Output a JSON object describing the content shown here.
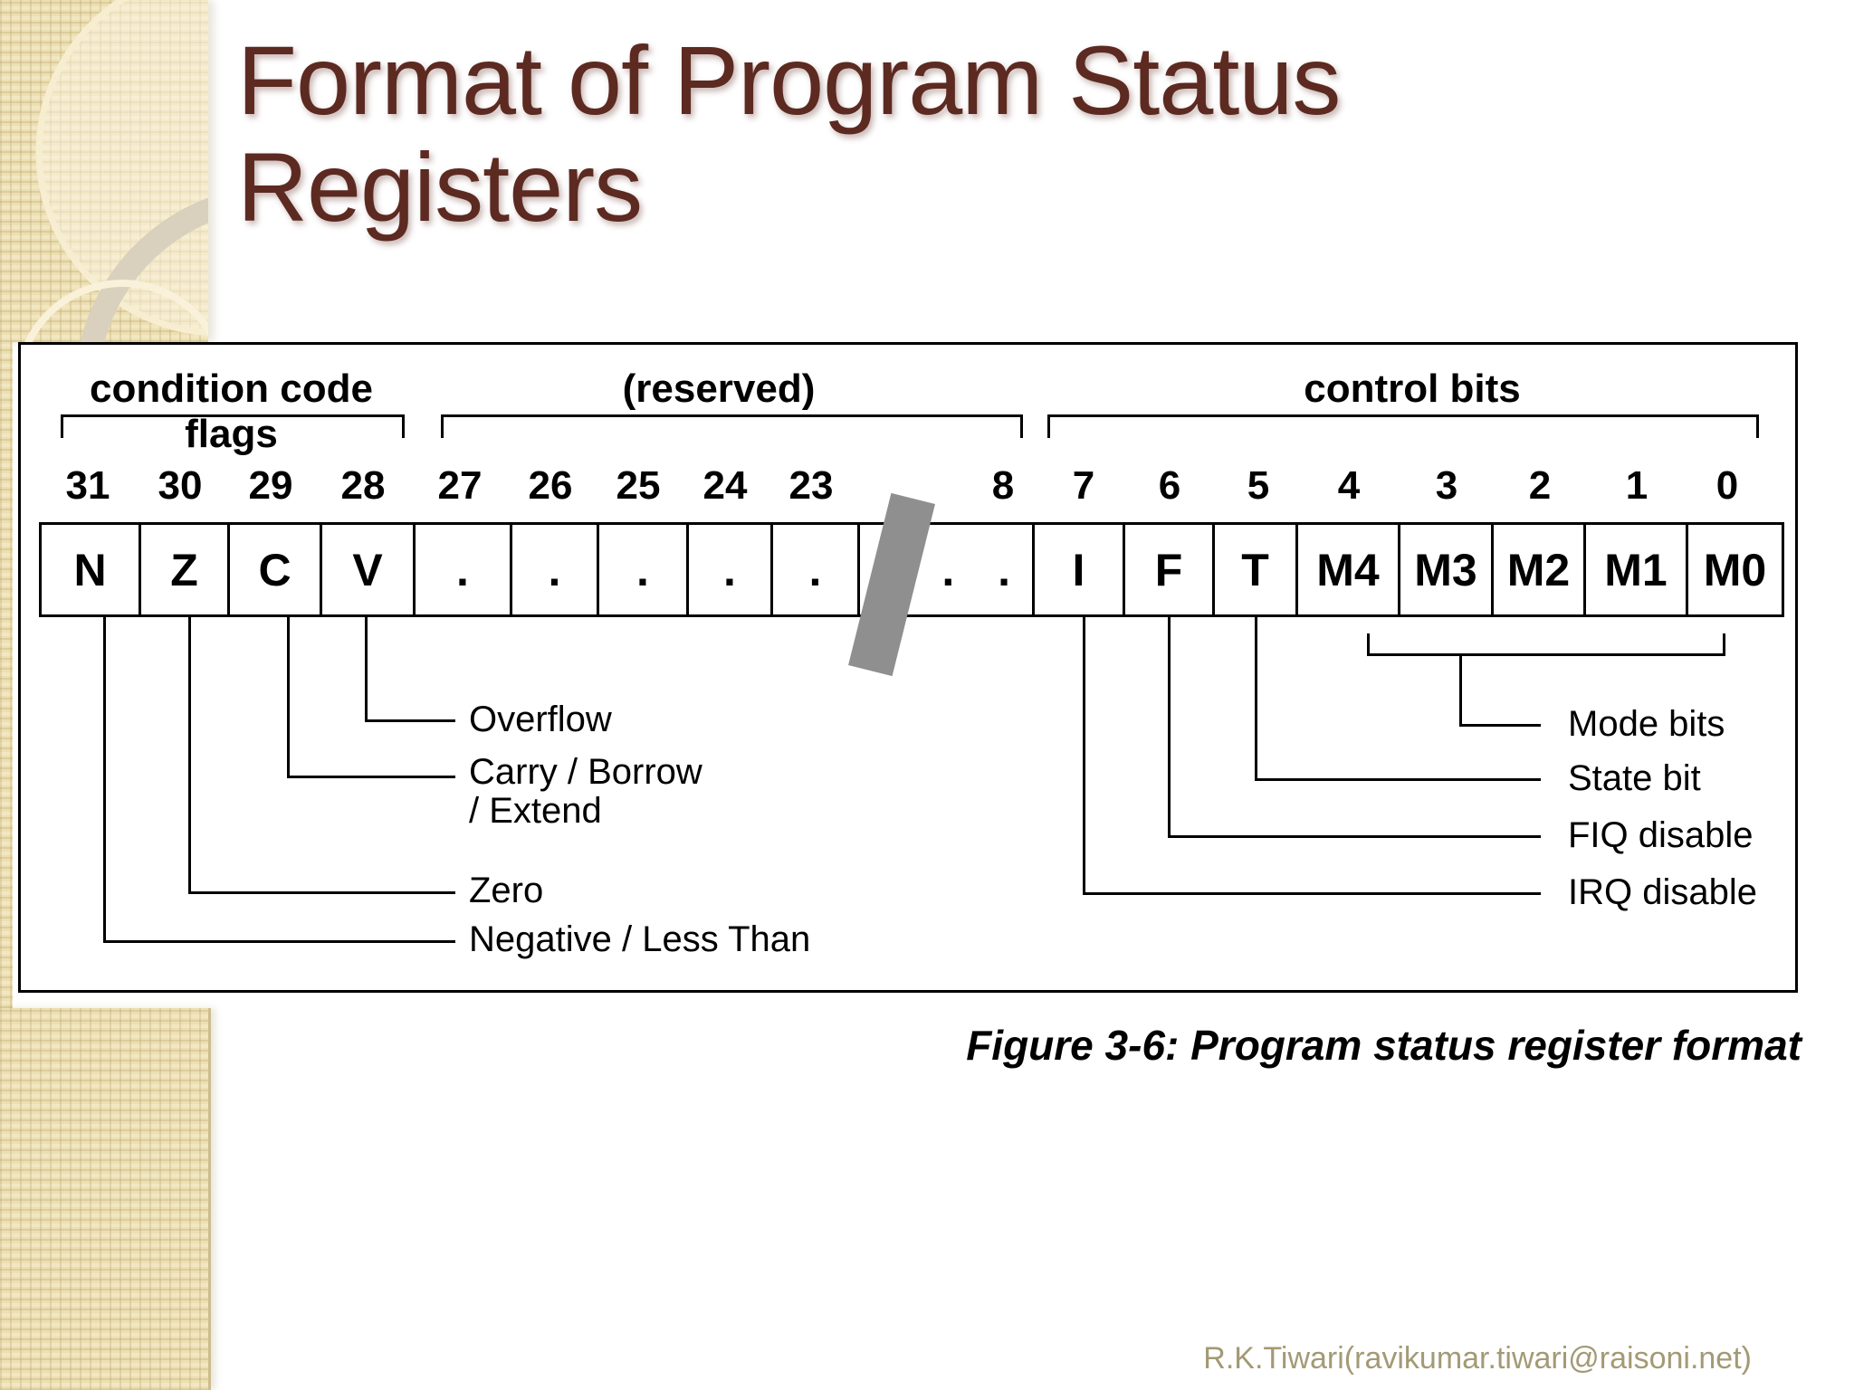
{
  "slide": {
    "title_line1": "Format of Program Status",
    "title_line2": "Registers",
    "footer_credit": "R.K.Tiwari(ravikumar.tiwari@raisoni.net)"
  },
  "figure": {
    "caption": "Figure 3-6: Program status register format",
    "groups": [
      {
        "label": "condition code flags"
      },
      {
        "label": "(reserved)"
      },
      {
        "label": "control bits"
      }
    ],
    "bit_numbers": [
      "31",
      "30",
      "29",
      "28",
      "27",
      "26",
      "25",
      "24",
      "23",
      "8",
      "7",
      "6",
      "5",
      "4",
      "3",
      "2",
      "1",
      "0"
    ],
    "cells": [
      {
        "label": "N"
      },
      {
        "label": "Z"
      },
      {
        "label": "C"
      },
      {
        "label": "V"
      },
      {
        "label": "."
      },
      {
        "label": "."
      },
      {
        "label": "."
      },
      {
        "label": "."
      },
      {
        "label": "."
      },
      {
        "label": ". ."
      },
      {
        "label": "I"
      },
      {
        "label": "F"
      },
      {
        "label": "T"
      },
      {
        "label": "M4"
      },
      {
        "label": "M3"
      },
      {
        "label": "M2"
      },
      {
        "label": "M1"
      },
      {
        "label": "M0"
      }
    ],
    "flag_callouts": {
      "overflow": "Overflow",
      "carry_line1": "Carry / Borrow",
      "carry_line2": "/ Extend",
      "zero": "Zero",
      "negative": "Negative / Less Than"
    },
    "control_callouts": {
      "mode": "Mode bits",
      "state": "State bit",
      "fiq": "FIQ disable",
      "irq": "IRQ disable"
    }
  },
  "colors": {
    "title_text": "#5c2a21",
    "footer_text": "#a39a75",
    "break_slash": "#8f8f8f",
    "sidebar_base": "#ecdfb2"
  }
}
